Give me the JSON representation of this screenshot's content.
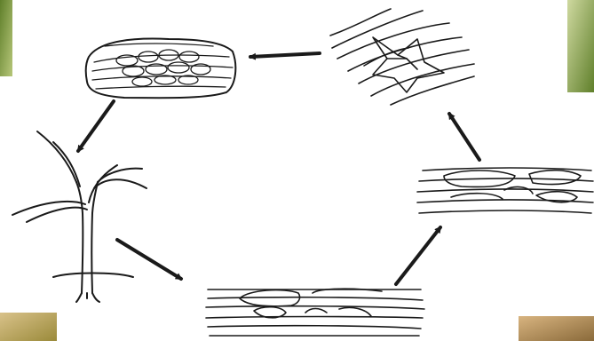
{
  "figure": {
    "type": "cycle",
    "stages": [
      {
        "id": "overwintering-sclerotium",
        "label": ""
      },
      {
        "id": "infected-grass-plant",
        "label": ""
      },
      {
        "id": "hyphae-in-leaf-tissue",
        "label": ""
      },
      {
        "id": "hyphae-spreading-in-tissue",
        "label": ""
      },
      {
        "id": "sclerotium-forming-in-tissue",
        "label": ""
      }
    ],
    "colors": {
      "line": "#1a1a1a",
      "corner_photo_green": "#7d9a3a",
      "corner_photo_tan": "#c8a25c"
    }
  }
}
